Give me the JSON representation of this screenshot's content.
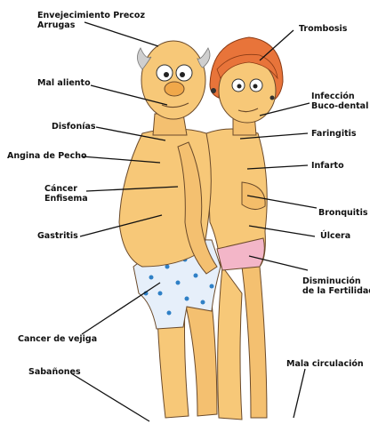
{
  "labels": {
    "envejecimiento": "Envejecimiento Precoz\nArrugas",
    "trombosis": "Trombosis",
    "mal_aliento": "Mal aliento",
    "infeccion": "Infección\nBuco-dental",
    "disfonias": "Disfonías",
    "faringitis": "Faringitis",
    "angina": "Angina de Pecho",
    "infarto": "Infarto",
    "cancer": "Cáncer\nEnfisema",
    "bronquitis": "Bronquitis",
    "gastritis": "Gastritis",
    "ulcera": "Úlcera",
    "fertilidad": "Disminución\nde la Fertilidad",
    "vejiga": "Cancer de vejiga",
    "circulacion": "Mala circulación",
    "sabanones": "Sabañones"
  },
  "colors": {
    "skin": "#f7c878",
    "skin_shade": "#e9a94e",
    "outline": "#6b4a2a",
    "hair_woman": "#e8743a",
    "hair_man": "#cfcfcf",
    "boxers": "#e6effa",
    "boxer_dots": "#2f80c6",
    "panties": "#f3b6c8",
    "line": "#111111"
  }
}
